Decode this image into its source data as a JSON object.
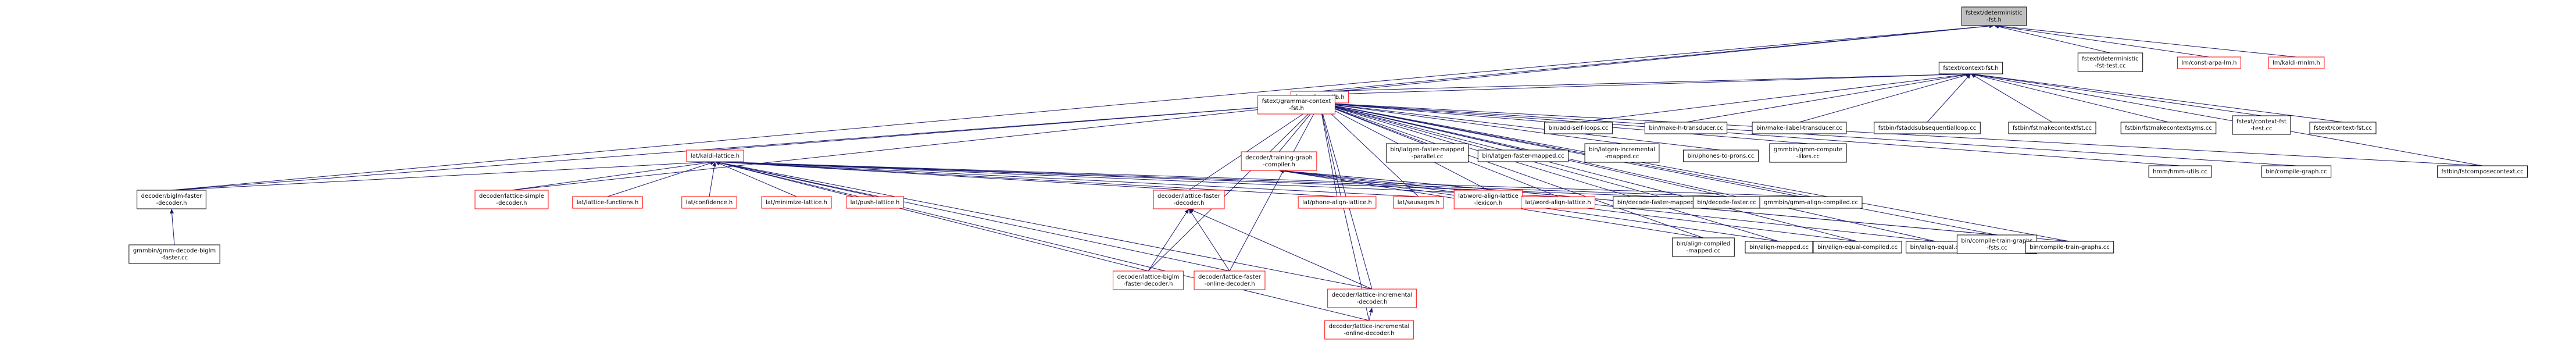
{
  "graph": {
    "nodes": [
      {
        "id": "root",
        "lines": [
          "fstext/deterministic",
          "-fst.h"
        ],
        "style": "root"
      },
      {
        "id": "n1",
        "lines": [
          "fstext/fstext-lib.h"
        ],
        "style": "red"
      },
      {
        "id": "n2",
        "lines": [
          "fstext/context-fst.h"
        ],
        "style": "black"
      },
      {
        "id": "n3",
        "lines": [
          "fstext/deterministic",
          "-fst-test.cc"
        ],
        "style": "black"
      },
      {
        "id": "n4",
        "lines": [
          "lm/const-arpa-lm.h"
        ],
        "style": "red"
      },
      {
        "id": "n5",
        "lines": [
          "lm/kaldi-rnnlm.h"
        ],
        "style": "red"
      },
      {
        "id": "n6",
        "lines": [
          "decoder/biglm-faster",
          "-decoder.h"
        ],
        "style": "black"
      },
      {
        "id": "n7",
        "lines": [
          "gmmbin/gmm-decode-biglm",
          "-faster.cc"
        ],
        "style": "black"
      },
      {
        "id": "n8",
        "lines": [
          "fstext/grammar-context",
          "-fst.h"
        ],
        "style": "red"
      },
      {
        "id": "n9",
        "lines": [
          "bin/add-self-loops.cc"
        ],
        "style": "black"
      },
      {
        "id": "n10",
        "lines": [
          "bin/make-h-transducer.cc"
        ],
        "style": "black"
      },
      {
        "id": "n11",
        "lines": [
          "bin/make-ilabel-transducer.cc"
        ],
        "style": "black"
      },
      {
        "id": "n12",
        "lines": [
          "fstbin/fstaddsubsequentialloop.cc"
        ],
        "style": "black"
      },
      {
        "id": "n13",
        "lines": [
          "fstbin/fstmakecontextfst.cc"
        ],
        "style": "black"
      },
      {
        "id": "n14",
        "lines": [
          "fstbin/fstmakecontextsyms.cc"
        ],
        "style": "black"
      },
      {
        "id": "n15",
        "lines": [
          "fstext/context-fst",
          "-test.cc"
        ],
        "style": "black"
      },
      {
        "id": "n16",
        "lines": [
          "fstext/context-fst.cc"
        ],
        "style": "black"
      },
      {
        "id": "n17",
        "lines": [
          "fstbin/fstcomposecontext.cc"
        ],
        "style": "black"
      },
      {
        "id": "n18",
        "lines": [
          "lat/kaldi-lattice.h"
        ],
        "style": "red"
      },
      {
        "id": "n19",
        "lines": [
          "decoder/training-graph",
          "-compiler.h"
        ],
        "style": "red"
      },
      {
        "id": "n20",
        "lines": [
          "bin/latgen-faster-mapped",
          "-parallel.cc"
        ],
        "style": "black"
      },
      {
        "id": "n21",
        "lines": [
          "bin/latgen-faster-mapped.cc"
        ],
        "style": "black"
      },
      {
        "id": "n22",
        "lines": [
          "bin/latgen-incremental",
          "-mapped.cc"
        ],
        "style": "black"
      },
      {
        "id": "n23",
        "lines": [
          "bin/phones-to-prons.cc"
        ],
        "style": "black"
      },
      {
        "id": "n24",
        "lines": [
          "gmmbin/gmm-compute",
          "-likes.cc"
        ],
        "style": "black"
      },
      {
        "id": "n25",
        "lines": [
          "hmm/hmm-utils.cc"
        ],
        "style": "black"
      },
      {
        "id": "n26",
        "lines": [
          "bin/compile-graph.cc"
        ],
        "style": "black"
      },
      {
        "id": "n27",
        "lines": [
          "decoder/lattice-simple",
          "-decoder.h"
        ],
        "style": "red"
      },
      {
        "id": "n28",
        "lines": [
          "lat/lattice-functions.h"
        ],
        "style": "red"
      },
      {
        "id": "n29",
        "lines": [
          "lat/confidence.h"
        ],
        "style": "red"
      },
      {
        "id": "n30",
        "lines": [
          "lat/minimize-lattice.h"
        ],
        "style": "red"
      },
      {
        "id": "n31",
        "lines": [
          "lat/push-lattice.h"
        ],
        "style": "red"
      },
      {
        "id": "n32",
        "lines": [
          "decoder/lattice-faster",
          "-decoder.h"
        ],
        "style": "red"
      },
      {
        "id": "n33",
        "lines": [
          "lat/phone-align-lattice.h"
        ],
        "style": "red"
      },
      {
        "id": "n34",
        "lines": [
          "lat/sausages.h"
        ],
        "style": "red"
      },
      {
        "id": "n35",
        "lines": [
          "lat/word-align-lattice",
          "-lexicon.h"
        ],
        "style": "red"
      },
      {
        "id": "n36",
        "lines": [
          "lat/word-align-lattice.h"
        ],
        "style": "red"
      },
      {
        "id": "n37",
        "lines": [
          "bin/decode-faster-mapped.cc"
        ],
        "style": "black"
      },
      {
        "id": "n38",
        "lines": [
          "bin/decode-faster.cc"
        ],
        "style": "black"
      },
      {
        "id": "n39",
        "lines": [
          "gmmbin/gmm-align-compiled.cc"
        ],
        "style": "black"
      },
      {
        "id": "n40",
        "lines": [
          "bin/align-compiled",
          "-mapped.cc"
        ],
        "style": "black"
      },
      {
        "id": "n41",
        "lines": [
          "bin/align-mapped.cc"
        ],
        "style": "black"
      },
      {
        "id": "n42",
        "lines": [
          "bin/align-equal-compiled.cc"
        ],
        "style": "black"
      },
      {
        "id": "n43",
        "lines": [
          "bin/align-equal.cc"
        ],
        "style": "black"
      },
      {
        "id": "n44",
        "lines": [
          "bin/compile-train-graphs",
          "-fsts.cc"
        ],
        "style": "black"
      },
      {
        "id": "n45",
        "lines": [
          "bin/compile-train-graphs.cc"
        ],
        "style": "black"
      },
      {
        "id": "n46",
        "lines": [
          "decoder/lattice-biglm",
          "-faster-decoder.h"
        ],
        "style": "red"
      },
      {
        "id": "n47",
        "lines": [
          "decoder/lattice-faster",
          "-online-decoder.h"
        ],
        "style": "red"
      },
      {
        "id": "n48",
        "lines": [
          "decoder/lattice-incremental",
          "-decoder.h"
        ],
        "style": "red"
      },
      {
        "id": "n49",
        "lines": [
          "decoder/lattice-incremental",
          "-online-decoder.h"
        ],
        "style": "red"
      }
    ],
    "edges": [
      [
        "n1",
        "root"
      ],
      [
        "n3",
        "root"
      ],
      [
        "n4",
        "root"
      ],
      [
        "n5",
        "root"
      ],
      [
        "n6",
        "root"
      ],
      [
        "n8",
        "root"
      ],
      [
        "n8",
        "n2"
      ],
      [
        "n9",
        "n2"
      ],
      [
        "n10",
        "n2"
      ],
      [
        "n11",
        "n2"
      ],
      [
        "n12",
        "n2"
      ],
      [
        "n13",
        "n2"
      ],
      [
        "n14",
        "n2"
      ],
      [
        "n15",
        "n2"
      ],
      [
        "n16",
        "n2"
      ],
      [
        "n17",
        "n2"
      ],
      [
        "n1",
        "n2"
      ],
      [
        "n7",
        "n6"
      ],
      [
        "n6",
        "n1"
      ],
      [
        "n18",
        "n1"
      ],
      [
        "n19",
        "n1"
      ],
      [
        "n20",
        "n1"
      ],
      [
        "n21",
        "n1"
      ],
      [
        "n22",
        "n1"
      ],
      [
        "n23",
        "n1"
      ],
      [
        "n24",
        "n1"
      ],
      [
        "n25",
        "n1"
      ],
      [
        "n26",
        "n1"
      ],
      [
        "n17",
        "n1"
      ],
      [
        "n27",
        "n1"
      ],
      [
        "n32",
        "n1"
      ],
      [
        "n33",
        "n1"
      ],
      [
        "n34",
        "n1"
      ],
      [
        "n35",
        "n1"
      ],
      [
        "n36",
        "n1"
      ],
      [
        "n37",
        "n1"
      ],
      [
        "n38",
        "n1"
      ],
      [
        "n39",
        "n1"
      ],
      [
        "n40",
        "n1"
      ],
      [
        "n41",
        "n1"
      ],
      [
        "n42",
        "n1"
      ],
      [
        "n43",
        "n1"
      ],
      [
        "n44",
        "n1"
      ],
      [
        "n45",
        "n1"
      ],
      [
        "n46",
        "n1"
      ],
      [
        "n47",
        "n1"
      ],
      [
        "n48",
        "n1"
      ],
      [
        "n49",
        "n1"
      ],
      [
        "n6",
        "n18"
      ],
      [
        "n27",
        "n18"
      ],
      [
        "n28",
        "n18"
      ],
      [
        "n29",
        "n18"
      ],
      [
        "n30",
        "n18"
      ],
      [
        "n31",
        "n18"
      ],
      [
        "n32",
        "n18"
      ],
      [
        "n33",
        "n18"
      ],
      [
        "n34",
        "n18"
      ],
      [
        "n35",
        "n18"
      ],
      [
        "n36",
        "n18"
      ],
      [
        "n37",
        "n18"
      ],
      [
        "n38",
        "n18"
      ],
      [
        "n39",
        "n18"
      ],
      [
        "n46",
        "n18"
      ],
      [
        "n47",
        "n18"
      ],
      [
        "n48",
        "n18"
      ],
      [
        "n49",
        "n18"
      ],
      [
        "n40",
        "n19"
      ],
      [
        "n41",
        "n19"
      ],
      [
        "n42",
        "n19"
      ],
      [
        "n43",
        "n19"
      ],
      [
        "n44",
        "n19"
      ],
      [
        "n45",
        "n19"
      ],
      [
        "n46",
        "n32"
      ],
      [
        "n47",
        "n32"
      ],
      [
        "n48",
        "n32"
      ],
      [
        "n49",
        "n48"
      ]
    ]
  }
}
